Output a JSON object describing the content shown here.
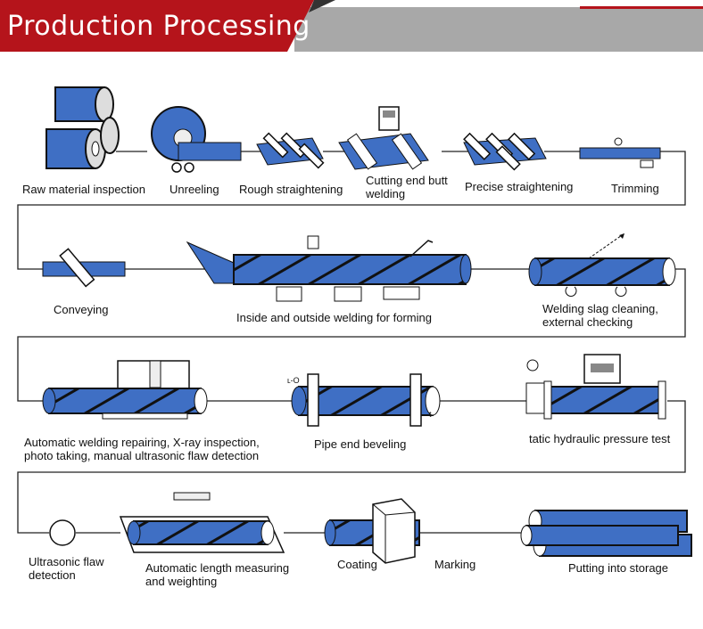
{
  "header": {
    "title": "Production  Processing",
    "colors": {
      "banner_red": "#b5141b",
      "banner_gray": "#a8a8a8",
      "pipe_blue": "#3f6fc4"
    }
  },
  "steps": [
    {
      "id": "raw-material-inspection",
      "label": "Raw material inspection"
    },
    {
      "id": "unreeling",
      "label": "Unreeling"
    },
    {
      "id": "rough-straightening",
      "label": "Rough straightening"
    },
    {
      "id": "cutting-end-butt-welding",
      "label": "Cutting end butt\nwelding"
    },
    {
      "id": "precise-straightening",
      "label": "Precise straightening"
    },
    {
      "id": "trimming",
      "label": "Trimming"
    },
    {
      "id": "conveying",
      "label": "Conveying"
    },
    {
      "id": "inside-outside-welding",
      "label": "Inside and outside welding for forming"
    },
    {
      "id": "welding-slag-cleaning",
      "label": "Welding slag cleaning,\nexternal checking"
    },
    {
      "id": "automatic-welding-repairing",
      "label": "Automatic welding repairing, X-ray inspection,\nphoto taking, manual ultrasonic flaw detection"
    },
    {
      "id": "pipe-end-beveling",
      "label": "Pipe end beveling"
    },
    {
      "id": "hydraulic-pressure-test",
      "label": "tatic hydraulic pressure test"
    },
    {
      "id": "ultrasonic-flaw-detection",
      "label": "Ultrasonic flaw\ndetection"
    },
    {
      "id": "length-measuring-weighting",
      "label": "Automatic length measuring\nand weighting"
    },
    {
      "id": "coating",
      "label": "Coating"
    },
    {
      "id": "marking",
      "label": "Marking"
    },
    {
      "id": "putting-into-storage",
      "label": "Putting into storage"
    }
  ]
}
